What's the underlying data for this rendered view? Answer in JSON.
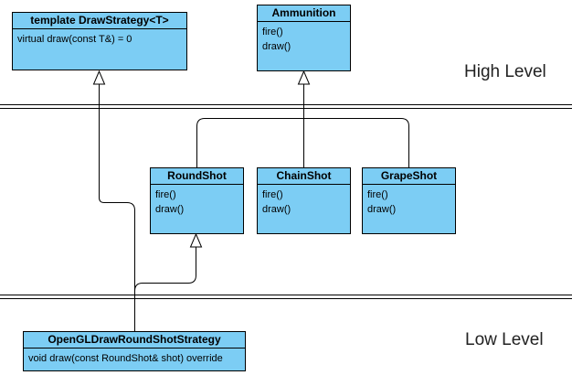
{
  "classes": {
    "draw_strategy": {
      "name": "template DrawStrategy<T>",
      "members": [
        "virtual draw(const T&) = 0"
      ]
    },
    "ammunition": {
      "name": "Ammunition",
      "members": [
        "fire()",
        "draw()"
      ]
    },
    "round_shot": {
      "name": "RoundShot",
      "members": [
        "fire()",
        "draw()"
      ]
    },
    "chain_shot": {
      "name": "ChainShot",
      "members": [
        "fire()",
        "draw()"
      ]
    },
    "grape_shot": {
      "name": "GrapeShot",
      "members": [
        "fire()",
        "draw()"
      ]
    },
    "opengl_strategy": {
      "name": "OpenGLDrawRoundShotStrategy",
      "members": [
        "void draw(const RoundShot& shot) override"
      ]
    }
  },
  "levels": {
    "high": "High Level",
    "low": "Low Level"
  },
  "colors": {
    "class_fill": "#7ccdf4",
    "line": "#000000"
  }
}
